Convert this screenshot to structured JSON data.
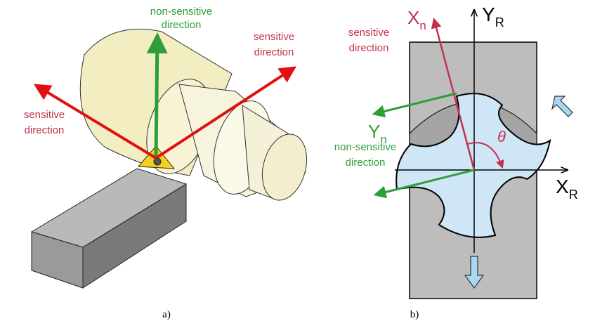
{
  "panel_a": {
    "caption": "a)",
    "label_nonsensitive_l1": "non-sensitive",
    "label_nonsensitive_l2": "direction",
    "label_sensitive_right_l1": "sensitive",
    "label_sensitive_right_l2": "direction",
    "label_sensitive_left_l1": "sensitive",
    "label_sensitive_left_l2": "direction"
  },
  "panel_b": {
    "caption": "b)",
    "label_sensitive_l1": "sensitive",
    "label_sensitive_l2": "direction",
    "label_nonsensitive_l1": "non-sensitive",
    "label_nonsensitive_l2": "direction",
    "axis_xn_main": "X",
    "axis_xn_sub": "n",
    "axis_yn_main": "Y",
    "axis_yn_sub": "n",
    "axis_yr_main": "Y",
    "axis_yr_sub": "R",
    "axis_xr_main": "X",
    "axis_xr_sub": "R",
    "angle_symbol": "θ"
  },
  "colors": {
    "sensitive": "#c4314b",
    "nonsensitive": "#2e9e3a",
    "workpiece": "#f3eec2",
    "tool_body": "#8a8a8a",
    "cutter": "#cfe6f7",
    "block": "#bdbdbd"
  }
}
